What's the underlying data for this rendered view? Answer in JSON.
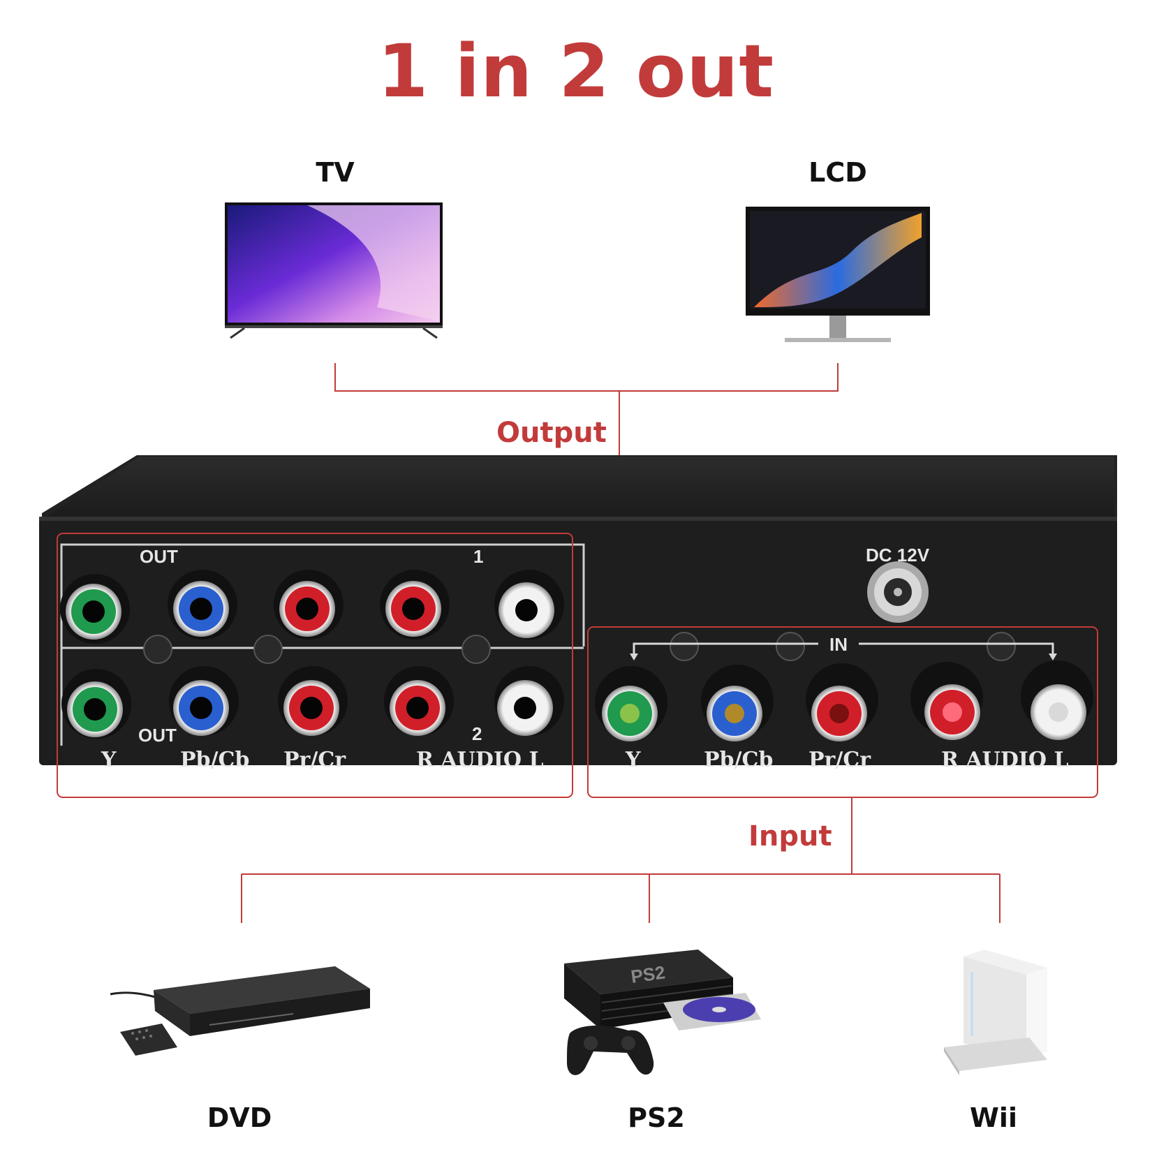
{
  "title": "1 in 2 out",
  "outputs": [
    {
      "label": "TV",
      "icon": "tv-icon"
    },
    {
      "label": "LCD",
      "icon": "monitor-icon"
    }
  ],
  "inputs": [
    {
      "label": "DVD",
      "icon": "dvd-player-icon"
    },
    {
      "label": "PS2",
      "icon": "game-console-icon"
    },
    {
      "label": "Wii",
      "icon": "wii-console-icon"
    }
  ],
  "output_label": "Output",
  "input_label": "Input",
  "panel": {
    "out_label": "OUT",
    "out1_number": "1",
    "out2_number": "2",
    "in_label": "IN",
    "dc_label": "DC 12V",
    "jack_labels": {
      "y": "Y",
      "pb": "Pb/Cb",
      "pr": "Pr/Cr",
      "audio": "R AUDIO L"
    }
  },
  "colors": {
    "accent_red": "#c23b3b",
    "jack_green": "#1f9a4e",
    "jack_blue": "#2a5fd0",
    "jack_red": "#d11f2a",
    "jack_white": "#f2f2f2",
    "chassis": "#1e1e1e"
  }
}
